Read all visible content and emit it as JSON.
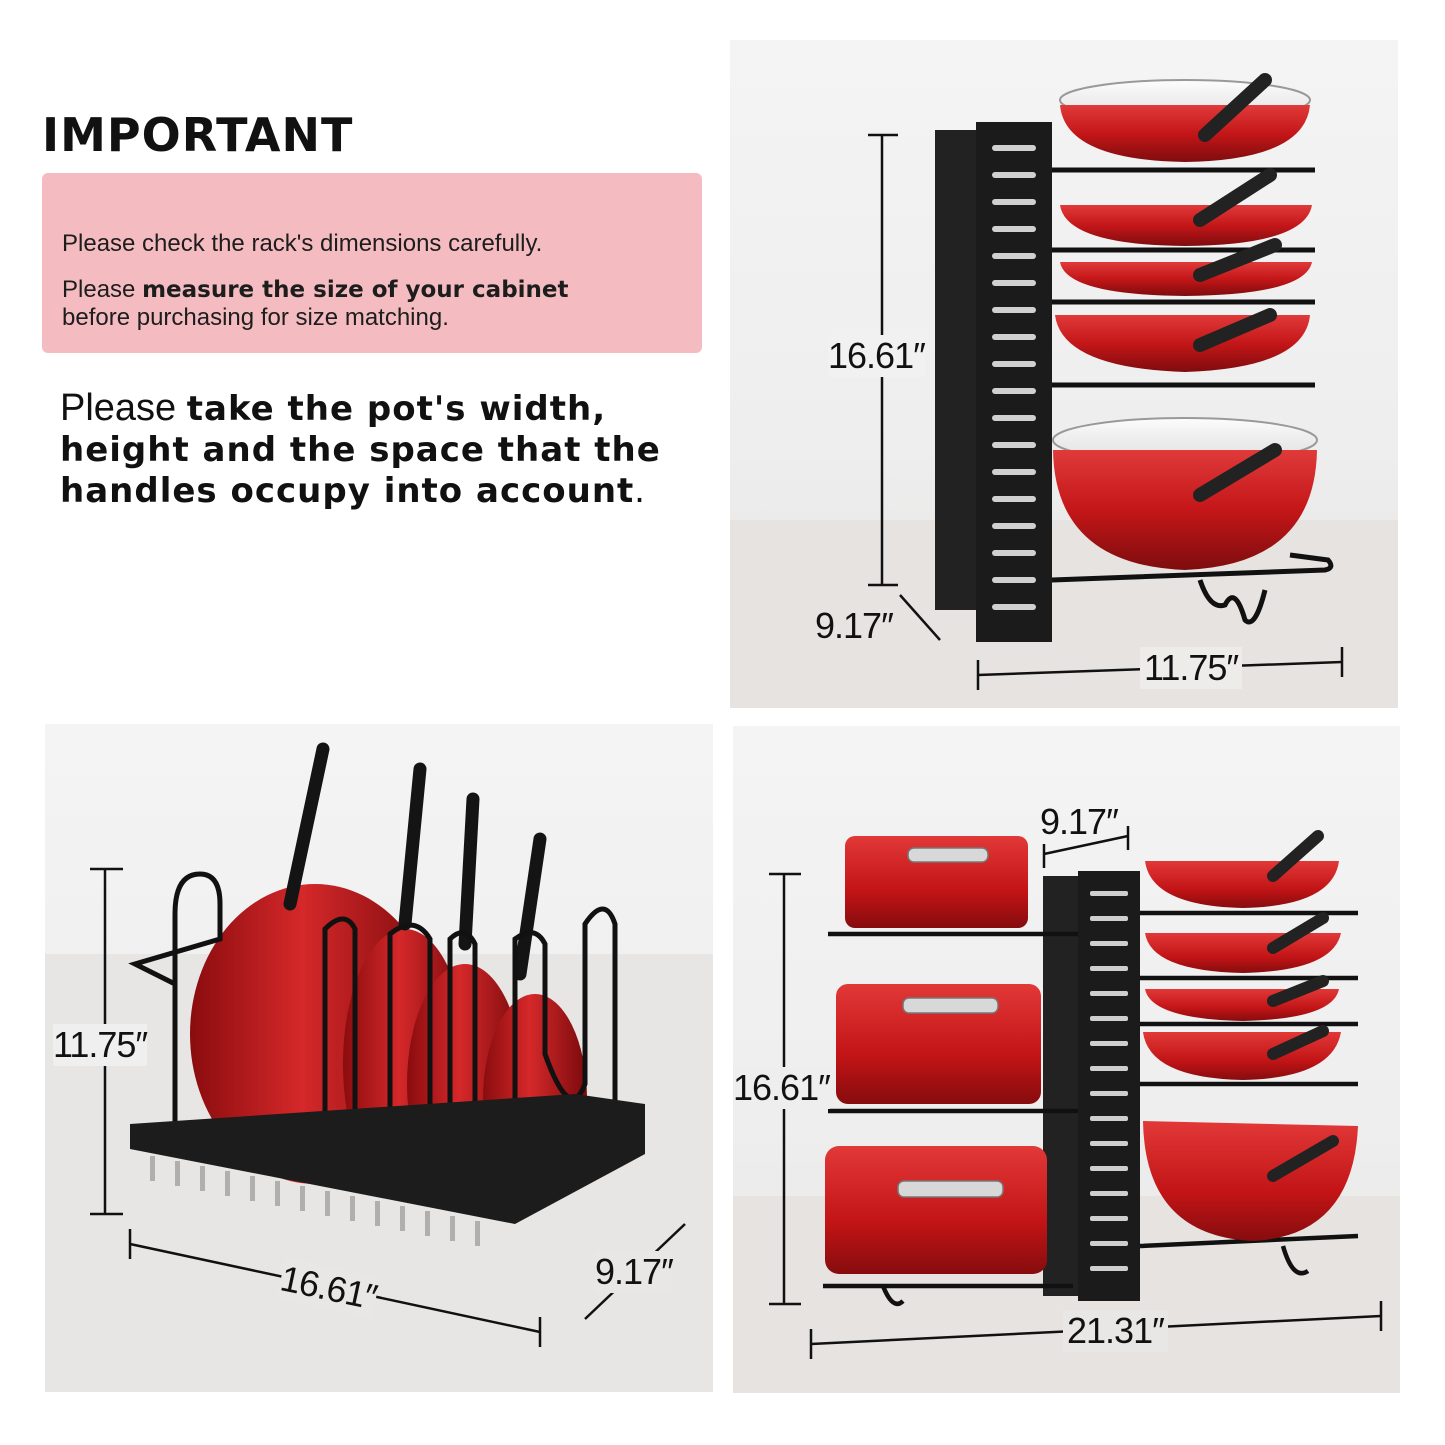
{
  "header": {
    "title": "IMPORTANT"
  },
  "notice": {
    "line1": "Please check the rack's dimensions carefully.",
    "line2_prefix": "Please ",
    "line2_bold": "measure the size of your cabinet",
    "line3": "before purchasing for size matching."
  },
  "advice": {
    "prefix": "Please ",
    "bold": "take the pot's width, height and the space that the handles occupy into account",
    "suffix": "."
  },
  "panels": {
    "top_right": {
      "height": "16.61″",
      "depth": "9.17″",
      "width": "11.75″"
    },
    "bottom_left": {
      "height": "11.75″",
      "length": "16.61″",
      "depth": "9.17″"
    },
    "bottom_right": {
      "depth": "9.17″",
      "height": "16.61″",
      "width": "21.31″"
    }
  },
  "colors": {
    "notice_bg": "#f4bcc0",
    "pot_red": "#c8191c",
    "rack_black": "#1a1a1a"
  }
}
